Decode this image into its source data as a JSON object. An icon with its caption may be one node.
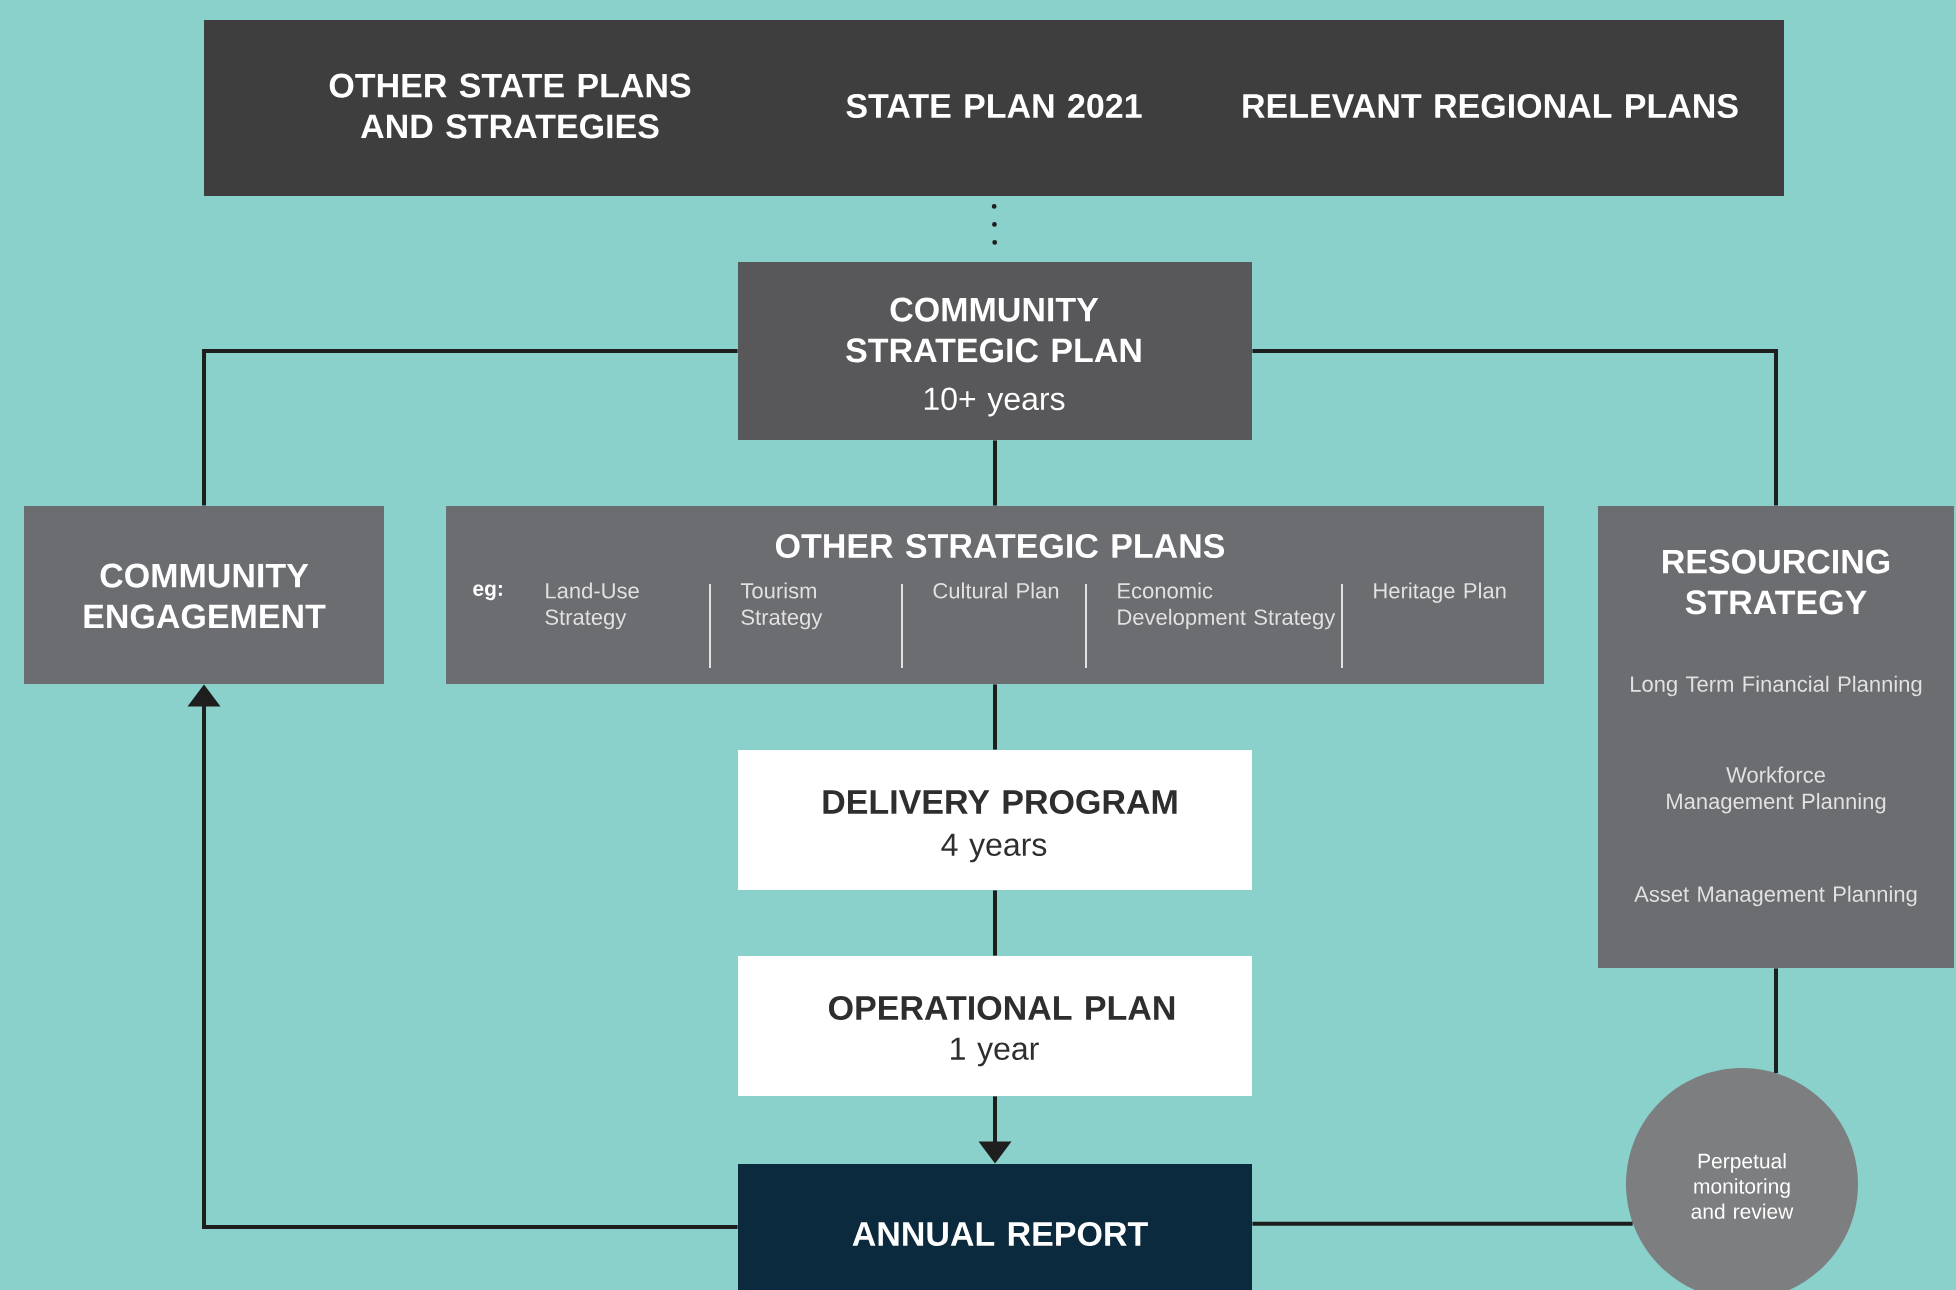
{
  "diagram": {
    "nodes": [
      {
        "text": [
          "OTHER STATE PLANS AND STRATEGIES",
          "STATE PLAN 2021",
          "RELEVANT REGIONAL PLANS"
        ]
      },
      {
        "text": [
          "COMMUNITY STRATEGIC PLAN",
          "10+ years"
        ]
      },
      {
        "text": [
          "COMMUNITY ENGAGEMENT"
        ]
      },
      {
        "text": [
          "OTHER STRATEGIC PLANS",
          "eg:",
          "Land-Use Strategy",
          "Tourism Strategy",
          "Cultural Plan",
          "Economic Development Strategy",
          "Heritage Plan"
        ]
      },
      {
        "text": [
          "RESOURCING STRATEGY",
          "Long Term Financial Planning",
          "Workforce Management Planning",
          "Asset Management Planning"
        ]
      },
      {
        "text": [
          "DELIVERY PROGRAM",
          "4 years"
        ]
      },
      {
        "text": [
          "OPERATIONAL PLAN",
          "1 year"
        ]
      },
      {
        "text": [
          "ANNUAL REPORT"
        ]
      },
      {
        "text": [
          "Perpetual monitoring and review"
        ]
      }
    ],
    "edges": [
      {
        "from": 0,
        "to": 1,
        "arrow": "none",
        "style": "dashed"
      },
      {
        "from": 1,
        "to": 2,
        "arrow": "none"
      },
      {
        "from": 1,
        "to": 3,
        "arrow": "none"
      },
      {
        "from": 1,
        "to": 4,
        "arrow": "none"
      },
      {
        "from": 3,
        "to": 5,
        "arrow": "none"
      },
      {
        "from": 5,
        "to": 6,
        "arrow": "none"
      },
      {
        "from": 6,
        "to": 7,
        "arrow": "to"
      },
      {
        "from": 4,
        "to": 8,
        "arrow": "none"
      },
      {
        "from": 8,
        "to": 7,
        "arrow": "none"
      },
      {
        "from": 7,
        "to": 2,
        "arrow": "to"
      }
    ]
  }
}
